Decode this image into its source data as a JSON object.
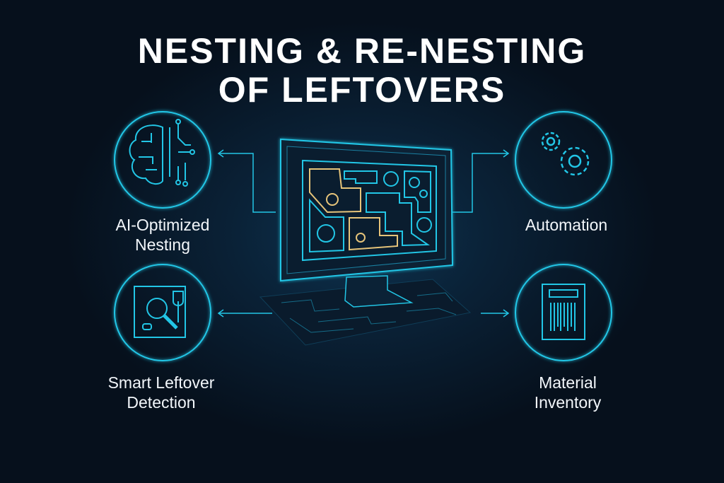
{
  "title": {
    "line1": "NESTING & RE-NESTING",
    "line2": "OF LEFTOVERS"
  },
  "features": [
    {
      "label_line1": "AI-Optimized",
      "label_line2": "Nesting",
      "icon": "brain-circuit-icon"
    },
    {
      "label_line1": "Automation",
      "label_line2": "",
      "icon": "gears-icon"
    },
    {
      "label_line1": "Smart Leftover",
      "label_line2": "Detection",
      "icon": "magnifier-document-icon"
    },
    {
      "label_line1": "Material",
      "label_line2": "Inventory",
      "icon": "barcode-document-icon"
    }
  ],
  "colors": {
    "accent": "#22c6e6",
    "highlight": "#e6c47a",
    "background": "#07121f"
  }
}
